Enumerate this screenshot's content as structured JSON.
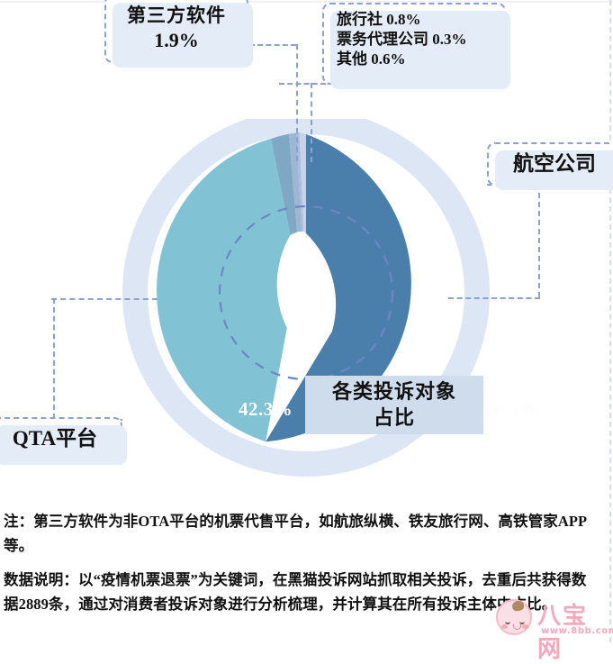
{
  "chart_data": {
    "type": "pie",
    "title": "各类投诉对象占比",
    "center_title_lines": [
      "各类投诉对象",
      "占比"
    ],
    "categories": [
      "航空公司",
      "QTA平台",
      "第三方软件",
      "旅行社",
      "其他",
      "票务代理公司"
    ],
    "values": [
      54.1,
      42.3,
      1.9,
      0.8,
      0.6,
      0.3
    ],
    "value_labels": [
      "54.1%",
      "42.3%",
      "1.9%",
      "0.8%",
      "0.6%",
      "0.3%"
    ],
    "unit": "%",
    "xlabel": "",
    "ylabel": "",
    "legend_position": "callouts",
    "grid": false,
    "colors": {
      "airline": "#4A7FAC",
      "qta": "#82C2D5",
      "third_party": "#7FA8C4",
      "travel_agency": "#9DB6D4",
      "other": "#C7D3E8",
      "ticket_agent": "#A9BEDC",
      "halo_ring": "#DDE6F4",
      "callout_border": "#8C9FD6",
      "callout_shadow": "#E4ECF8",
      "center_band": "#CFDCEB"
    }
  },
  "callouts": {
    "third_party": {
      "name": "第三方软件",
      "value": "1.9%"
    },
    "small_group": {
      "rows": [
        "旅行社  0.8%",
        "票务代理公司  0.3%",
        "其他  0.6%"
      ]
    },
    "airline": {
      "name": "航空公司"
    },
    "qta": {
      "name": "QTA平台"
    }
  },
  "chart_labels": {
    "airline_pct": "54.1%",
    "qta_pct": "42.3%"
  },
  "notes": {
    "note_1": "注：第三方软件为非OTA平台的机票代售平台，如航旅纵横、铁友旅行网、高铁管家APP等。",
    "note_2": "数据说明：以“疫情机票退票”为关键词，在黑猫投诉网站抓取相关投诉，去重后共获得数据2889条，通过对消费者投诉对象进行分析梳理，并计算其在所有投诉主体中占比。"
  },
  "watermark": {
    "brand": "八宝网",
    "url": "www.8bb.com"
  }
}
